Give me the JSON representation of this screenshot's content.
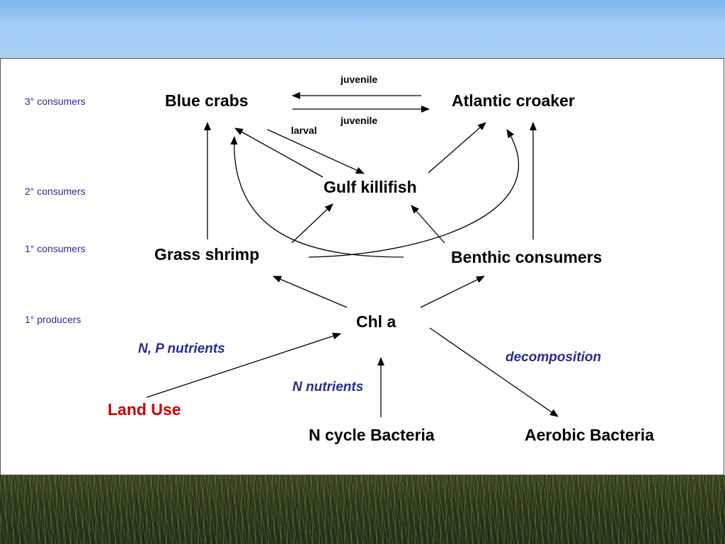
{
  "levels": {
    "tertiary": "3° consumers",
    "secondary": "2° consumers",
    "primary_consumers": "1° consumers",
    "primary_producers": "1° producers"
  },
  "nodes": {
    "blue_crabs": "Blue crabs",
    "atlantic_croaker": "Atlantic croaker",
    "gulf_killifish": "Gulf killifish",
    "grass_shrimp": "Grass shrimp",
    "benthic_consumers": "Benthic consumers",
    "chl_a": "Chl a",
    "land_use": "Land Use",
    "n_cycle_bacteria": "N cycle Bacteria",
    "aerobic_bacteria": "Aerobic Bacteria"
  },
  "edge_labels": {
    "juvenile_top": "juvenile",
    "juvenile_bottom": "juvenile",
    "larval": "larval"
  },
  "notes": {
    "np_nutrients": "N, P nutrients",
    "n_nutrients": "N nutrients",
    "decomposition": "decomposition"
  },
  "colors": {
    "level_text": "#2b2b8c",
    "note_text": "#2b2b8c",
    "land_use": "#cc0000",
    "arrow": "#000000"
  }
}
